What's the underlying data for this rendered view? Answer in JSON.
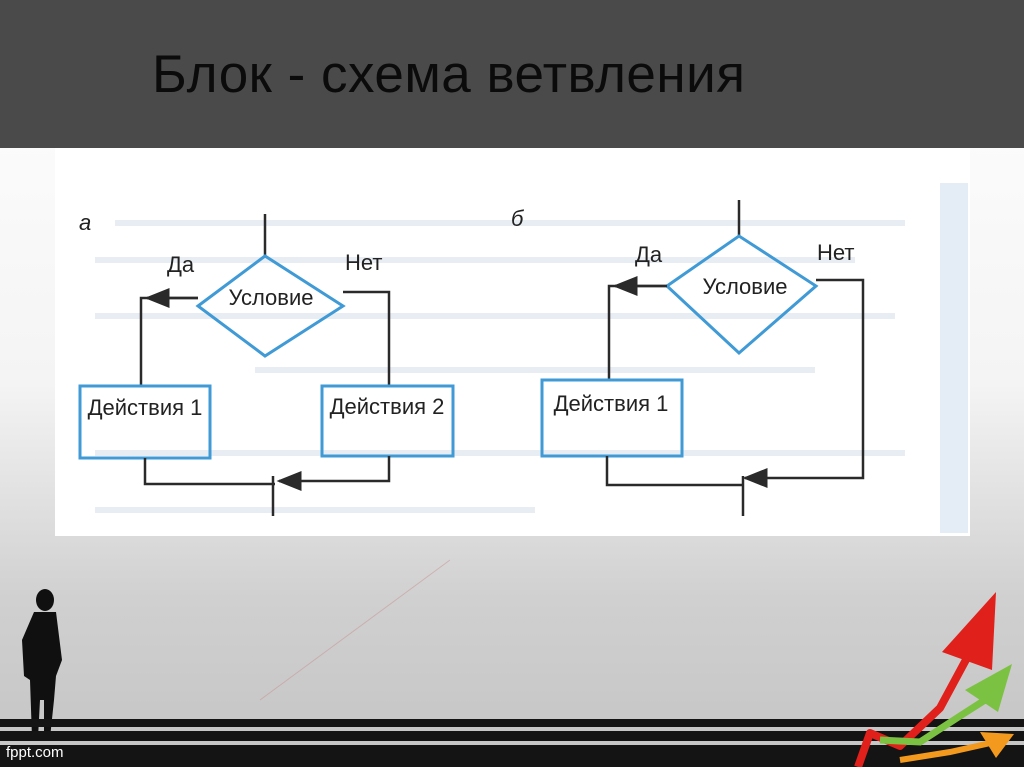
{
  "slide": {
    "title": "Блок  - схема ветвления",
    "footer_mark": "fppt.com"
  },
  "diagram_a": {
    "tag": "а",
    "yes_label": "Да",
    "no_label": "Нет",
    "condition": "Условие",
    "action_1": "Действия 1",
    "action_2": "Действия 2"
  },
  "diagram_b": {
    "tag": "б",
    "yes_label": "Да",
    "no_label": "Нет",
    "condition": "Условие",
    "action_1": "Действия 1"
  },
  "colors": {
    "title_bar": "#4a4a4a",
    "shape_stroke": "#3f9ad6",
    "connector": "#2a2a2a",
    "arrow_red": "#e0201b",
    "arrow_green": "#7cc242",
    "arrow_orange": "#f39a1e"
  }
}
